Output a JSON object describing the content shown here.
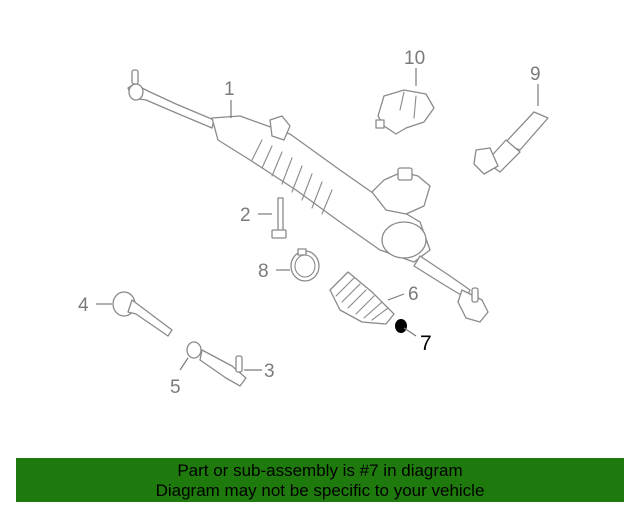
{
  "diagram": {
    "callouts": [
      {
        "id": "1",
        "label": "1"
      },
      {
        "id": "2",
        "label": "2"
      },
      {
        "id": "3",
        "label": "3"
      },
      {
        "id": "4",
        "label": "4"
      },
      {
        "id": "5",
        "label": "5"
      },
      {
        "id": "6",
        "label": "6"
      },
      {
        "id": "7",
        "label": "7"
      },
      {
        "id": "8",
        "label": "8"
      },
      {
        "id": "9",
        "label": "9"
      },
      {
        "id": "10",
        "label": "10"
      }
    ],
    "highlighted_part": "7",
    "colors": {
      "highlight": "#000000",
      "line": "#8a8a8a",
      "banner": "#1f7a0d"
    }
  },
  "banner": {
    "line1": "Part or sub-assembly is #7 in diagram",
    "line2": "Diagram may not be specific to your vehicle"
  }
}
